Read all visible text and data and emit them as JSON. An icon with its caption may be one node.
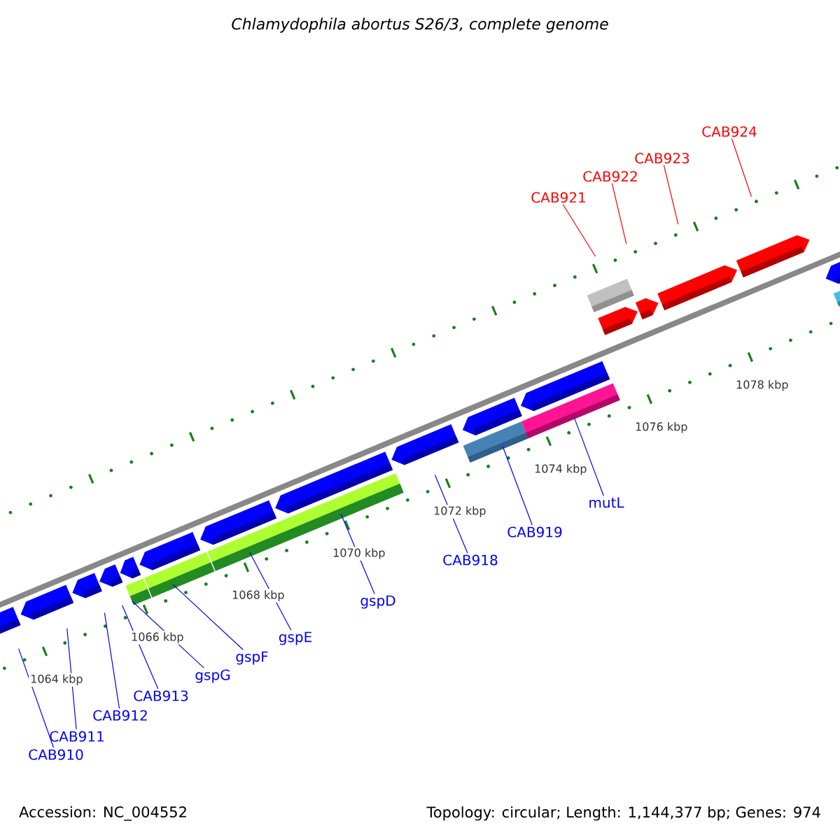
{
  "diagram": {
    "title": "Chlamydophila abortus S26/3, complete genome",
    "nodes": [
      {
        "text": [
          "CAB924"
        ]
      },
      {
        "text": [
          "CAB923"
        ]
      },
      {
        "text": [
          "CAB922"
        ]
      },
      {
        "text": [
          "CAB921"
        ]
      },
      {
        "text": [
          "mutL"
        ]
      },
      {
        "text": [
          "CAB919"
        ]
      },
      {
        "text": [
          "CAB918"
        ]
      },
      {
        "text": [
          "gspD"
        ]
      },
      {
        "text": [
          "gspE"
        ]
      },
      {
        "text": [
          "gspF"
        ]
      },
      {
        "text": [
          "gspG"
        ]
      },
      {
        "text": [
          "CAB913"
        ]
      },
      {
        "text": [
          "CAB912"
        ]
      },
      {
        "text": [
          "CAB911"
        ]
      },
      {
        "text": [
          "CAB910"
        ]
      }
    ],
    "edges": [
      {
        "from": 0,
        "to": null,
        "arrow": "none",
        "color": "#ff0000"
      },
      {
        "from": 1,
        "to": null,
        "arrow": "none",
        "color": "#ff0000"
      },
      {
        "from": 2,
        "to": null,
        "arrow": "none",
        "color": "#ff0000"
      },
      {
        "from": 3,
        "to": null,
        "arrow": "none",
        "color": "#ff0000"
      },
      {
        "from": 4,
        "to": null,
        "arrow": "none"
      },
      {
        "from": 5,
        "to": null,
        "arrow": "none"
      },
      {
        "from": 6,
        "to": null,
        "arrow": "none"
      },
      {
        "from": 7,
        "to": null,
        "arrow": "none"
      },
      {
        "from": 8,
        "to": null,
        "arrow": "none"
      },
      {
        "from": 9,
        "to": null,
        "arrow": "none"
      },
      {
        "from": 10,
        "to": null,
        "arrow": "none"
      },
      {
        "from": 11,
        "to": null,
        "arrow": "none"
      },
      {
        "from": 12,
        "to": null,
        "arrow": "none"
      },
      {
        "from": 13,
        "to": null,
        "arrow": "none"
      },
      {
        "from": 14,
        "to": null,
        "arrow": "none"
      }
    ],
    "labels": [
      "1078 kbp",
      "1076 kbp",
      "1074 kbp",
      "1072 kbp",
      "1070 kbp",
      "1068 kbp",
      "1066 kbp",
      "1064 kbp",
      "Accession: NC_004552",
      "Topology: circular; Length: 1,144,377 bp; Genes: 974"
    ]
  }
}
